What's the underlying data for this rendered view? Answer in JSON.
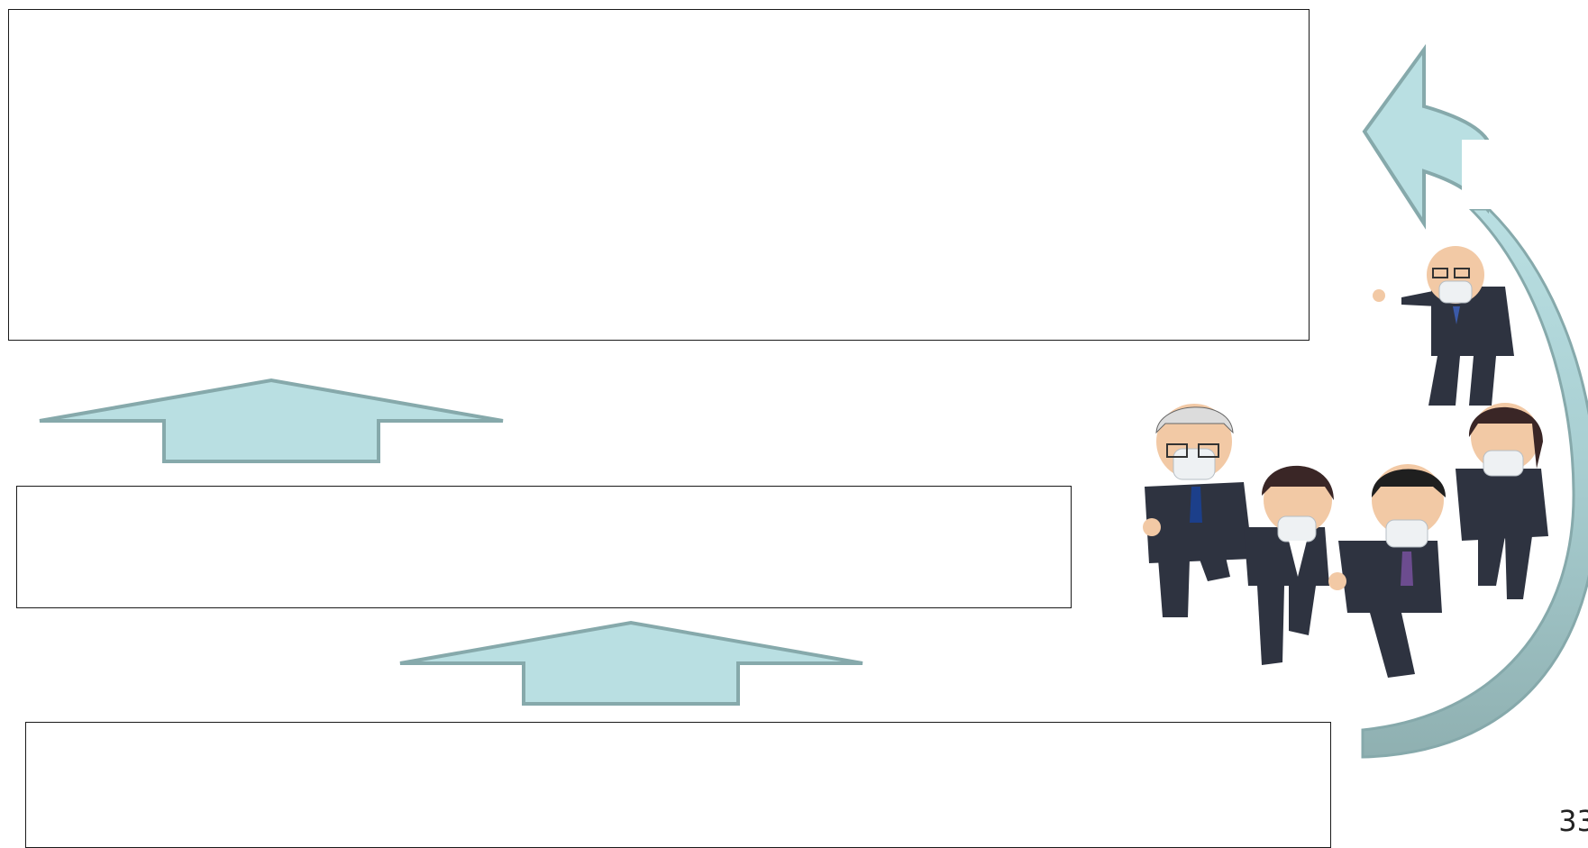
{
  "slide": {
    "page_number": "33",
    "boxes": [
      {
        "id": "top",
        "text": ""
      },
      {
        "id": "middle",
        "text": ""
      },
      {
        "id": "bottom",
        "text": ""
      }
    ]
  },
  "colors": {
    "arrow_fill": "#b9dfe2",
    "arrow_stroke": "#86a9ab",
    "box_border": "#1a1a1a",
    "suit": "#2e3340",
    "mask": "#eef1f3"
  },
  "icons": {
    "cycle_arrow": "curved-cycle-arrow-icon",
    "up_arrows": "up-arrow-icon",
    "people": "masked-business-people-illustration"
  }
}
